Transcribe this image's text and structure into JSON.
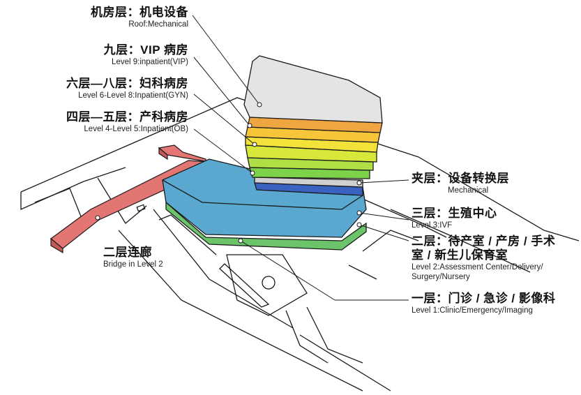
{
  "labels": {
    "roof": {
      "zh": "机房层：机电设备",
      "en": "Roof:Mechanical"
    },
    "level9": {
      "zh": "九层：VIP 病房",
      "en": "Level 9:inpatient(VIP)"
    },
    "level6_8": {
      "zh": "六层—八层：妇科病房",
      "en": "Level 6-Level 8:Inpatient(GYN)"
    },
    "level4_5": {
      "zh": "四层—五层：产科病房",
      "en": "Level 4-Level 5:Inpatient(OB)"
    },
    "mezzanine": {
      "zh": "夹层：设备转换层",
      "en": "Mechanical"
    },
    "level3": {
      "zh": "三层：生殖中心",
      "en": "Level 3:IVF"
    },
    "level2": {
      "zh1": "二层：待产室 / 产房 / 手术",
      "zh2": "室 / 新生儿保育室",
      "en1": "Level 2:Assessment Center/Delivery/",
      "en2": "Surgery/Nursery"
    },
    "bridge": {
      "zh": "二层连廊",
      "en": "Bridge in Level 2"
    },
    "level1": {
      "zh": "一层：门诊 / 急诊 / 影像科",
      "en": "Level 1:Clinic/Emergency/Imaging"
    }
  },
  "colors": {
    "roof": "#e4e4e4",
    "orange": "#f0a640",
    "amber": "#f6c53a",
    "yellow": "#f2e23a",
    "lime": "#d7e83a",
    "green_light": "#aee045",
    "green": "#7ed24a",
    "light_gray_band": "#d0d0d0",
    "blue_band": "#3a62c0",
    "podium_blue": "#5aa7cf",
    "podium_green": "#6cc46a",
    "bridge_red": "#e37672",
    "outline": "#1a1a1a"
  }
}
